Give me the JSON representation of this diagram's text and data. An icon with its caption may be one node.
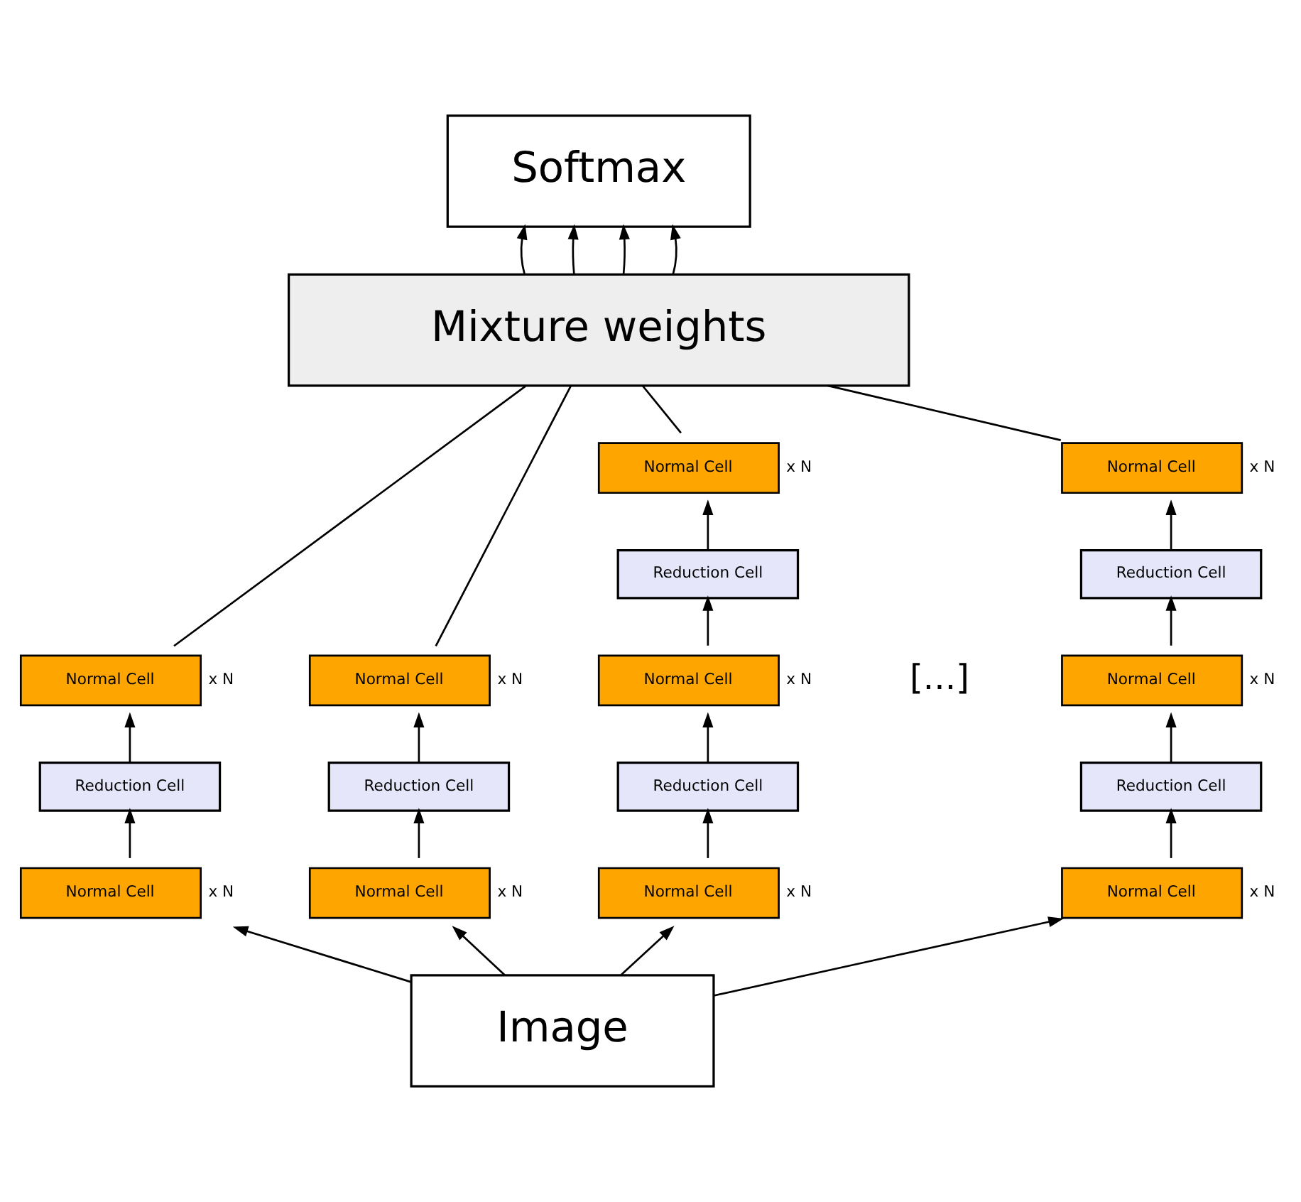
{
  "diagram": {
    "nodes": [
      {
        "text": [
          "Softmax"
        ]
      },
      {
        "text": [
          "Mixture weights"
        ]
      },
      {
        "text": [
          "Normal Cell"
        ],
        "beside": [
          "x N"
        ]
      },
      {
        "text": [
          "Reduction Cell"
        ]
      },
      {
        "text": [
          "Normal Cell"
        ],
        "beside": [
          "x N"
        ]
      },
      {
        "text": [
          "Normal Cell"
        ],
        "beside": [
          "x N"
        ]
      },
      {
        "text": [
          "Reduction Cell"
        ]
      },
      {
        "text": [
          "Normal Cell"
        ],
        "beside": [
          "x N"
        ]
      },
      {
        "text": [
          "Normal Cell"
        ],
        "beside": [
          "x N"
        ]
      },
      {
        "text": [
          "Reduction Cell"
        ]
      },
      {
        "text": [
          "Normal Cell"
        ],
        "beside": [
          "x N"
        ]
      },
      {
        "text": [
          "Reduction Cell"
        ]
      },
      {
        "text": [
          "Normal Cell"
        ],
        "beside": [
          "x N"
        ]
      },
      {
        "text": [
          "Normal Cell"
        ],
        "beside": [
          "x N"
        ]
      },
      {
        "text": [
          "Reduction Cell"
        ]
      },
      {
        "text": [
          "Normal Cell"
        ],
        "beside": [
          "x N"
        ]
      },
      {
        "text": [
          "Reduction Cell"
        ]
      },
      {
        "text": [
          "Normal Cell"
        ],
        "beside": [
          "x N"
        ]
      },
      {
        "text": [
          "Image"
        ]
      }
    ],
    "edges": [
      {
        "from": 18,
        "to": 4,
        "arrow": "to"
      },
      {
        "from": 18,
        "to": 7,
        "arrow": "to"
      },
      {
        "from": 18,
        "to": 12,
        "arrow": "to"
      },
      {
        "from": 18,
        "to": 17,
        "arrow": "to"
      },
      {
        "from": 4,
        "to": 3,
        "arrow": "to"
      },
      {
        "from": 3,
        "to": 2,
        "arrow": "to"
      },
      {
        "from": 7,
        "to": 6,
        "arrow": "to"
      },
      {
        "from": 6,
        "to": 5,
        "arrow": "to"
      },
      {
        "from": 12,
        "to": 11,
        "arrow": "to"
      },
      {
        "from": 11,
        "to": 10,
        "arrow": "to"
      },
      {
        "from": 10,
        "to": 9,
        "arrow": "to"
      },
      {
        "from": 9,
        "to": 8,
        "arrow": "to"
      },
      {
        "from": 17,
        "to": 16,
        "arrow": "to"
      },
      {
        "from": 16,
        "to": 15,
        "arrow": "to"
      },
      {
        "from": 15,
        "to": 14,
        "arrow": "to"
      },
      {
        "from": 14,
        "to": 13,
        "arrow": "to"
      },
      {
        "from": 2,
        "to": 1,
        "arrow": "none"
      },
      {
        "from": 5,
        "to": 1,
        "arrow": "none"
      },
      {
        "from": 8,
        "to": 1,
        "arrow": "none"
      },
      {
        "from": 13,
        "to": 1,
        "arrow": "none"
      },
      {
        "from": 1,
        "to": 0,
        "arrow": "to"
      },
      {
        "from": 1,
        "to": 0,
        "arrow": "to"
      },
      {
        "from": 1,
        "to": 0,
        "arrow": "to"
      },
      {
        "from": 1,
        "to": 0,
        "arrow": "to"
      }
    ],
    "labels": [
      "[...]"
    ]
  }
}
